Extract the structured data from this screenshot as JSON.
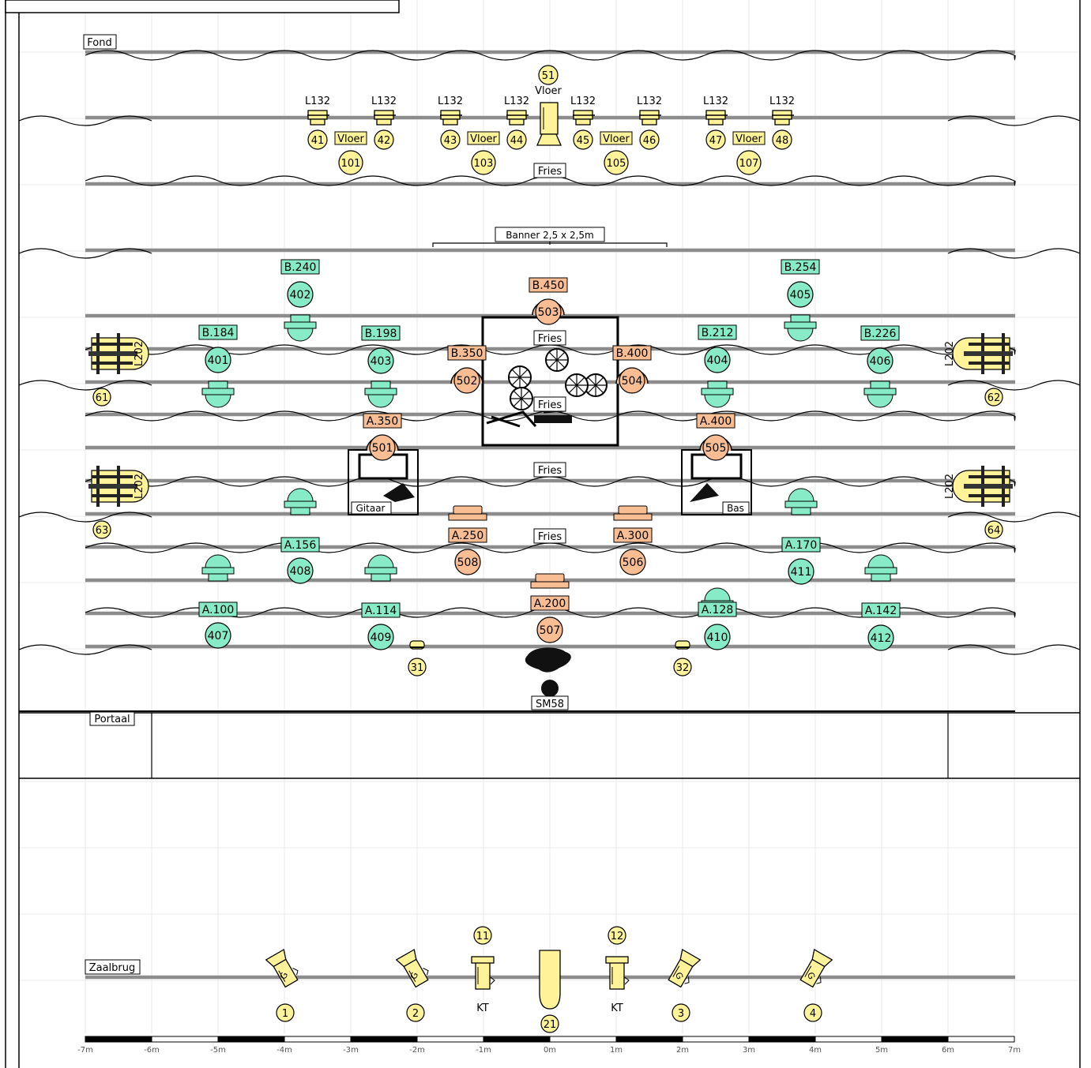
{
  "labels": {
    "fond": "Fond",
    "fries": "Fries",
    "vloer": "Vloer",
    "banner": "Banner 2,5 x 2,5m",
    "gitaar": "Gitaar",
    "bas": "Bas",
    "portaal": "Portaal",
    "zaalbrug": "Zaalbrug",
    "mic": "SM58",
    "kt": "KT",
    "l202": "L202"
  },
  "colors": {
    "yellow": "#FFF39A",
    "green": "#86EBC6",
    "orange": "#F8BD93",
    "bar": "#8C8C8C",
    "grid": "#E8E8E8"
  },
  "back_row": {
    "gels": [
      "L132",
      "L132",
      "L132",
      "L132",
      "L132",
      "L132",
      "L132",
      "L132"
    ],
    "channels": [
      "41",
      "42",
      "43",
      "44",
      "45",
      "46",
      "47",
      "48"
    ],
    "floor_channels": [
      "101",
      "103",
      "105",
      "107"
    ],
    "center_channel": "51"
  },
  "green_fixtures": [
    {
      "label": "B.240",
      "channel": "402"
    },
    {
      "label": "B.254",
      "channel": "405"
    },
    {
      "label": "B.184",
      "channel": "401"
    },
    {
      "label": "B.198",
      "channel": "403"
    },
    {
      "label": "B.212",
      "channel": "404"
    },
    {
      "label": "B.226",
      "channel": "406"
    },
    {
      "label": "A.156",
      "channel": "408"
    },
    {
      "label": "A.170",
      "channel": "411"
    },
    {
      "label": "A.100",
      "channel": "407"
    },
    {
      "label": "A.114",
      "channel": "409"
    },
    {
      "label": "A.128",
      "channel": "410"
    },
    {
      "label": "A.142",
      "channel": "412"
    }
  ],
  "orange_fixtures": [
    {
      "label": "B.450",
      "channel": "503"
    },
    {
      "label": "B.350",
      "channel": "502"
    },
    {
      "label": "B.400",
      "channel": "504"
    },
    {
      "label": "A.350",
      "channel": "501"
    },
    {
      "label": "A.400",
      "channel": "505"
    },
    {
      "label": "A.250",
      "channel": "508"
    },
    {
      "label": "A.300",
      "channel": "506"
    },
    {
      "label": "A.200",
      "channel": "507"
    }
  ],
  "side_channels": [
    "61",
    "62",
    "63",
    "64"
  ],
  "floor_fronts": [
    "31",
    "32"
  ],
  "zaalbrug": {
    "channels": [
      "1",
      "2",
      "3",
      "4"
    ],
    "top_channels": [
      "11",
      "12"
    ],
    "center_channel": "21"
  },
  "scale": [
    "-7m",
    "-6m",
    "-5m",
    "-4m",
    "-3m",
    "-2m",
    "-1m",
    "0m",
    "1m",
    "2m",
    "3m",
    "4m",
    "5m",
    "6m",
    "7m"
  ]
}
